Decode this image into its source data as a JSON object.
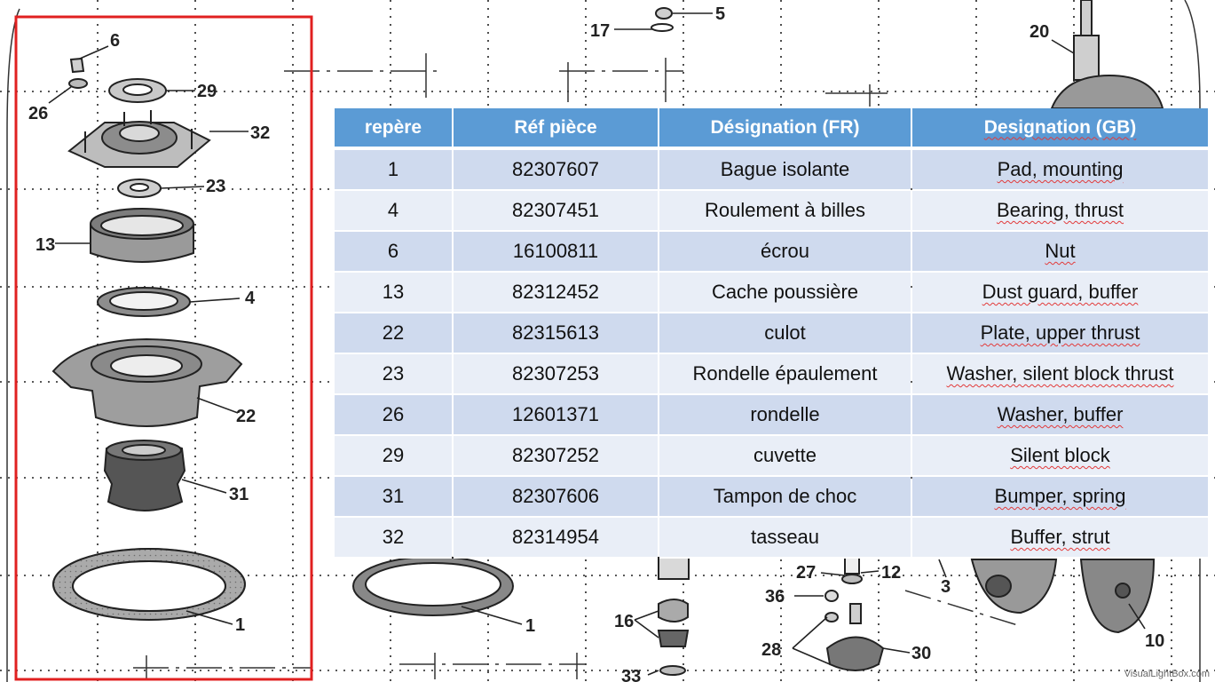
{
  "colors": {
    "header_bg": "#5b9bd5",
    "row_odd": "#cfdaee",
    "row_even": "#e9eef7",
    "highlight_box": "#e02020"
  },
  "callouts": [
    "6",
    "29",
    "26",
    "32",
    "23",
    "13",
    "4",
    "22",
    "31",
    "1",
    "17",
    "5",
    "20",
    "1",
    "27",
    "12",
    "3",
    "36",
    "16",
    "28",
    "30",
    "33",
    "10"
  ],
  "table": {
    "headers": [
      "repère",
      "Réf pièce",
      "Désignation (FR)",
      "Designation (GB)"
    ],
    "rows": [
      [
        "1",
        "82307607",
        "Bague isolante",
        "Pad, mounting"
      ],
      [
        "4",
        "82307451",
        "Roulement à  billes",
        "Bearing, thrust"
      ],
      [
        "6",
        "16100811",
        "écrou",
        "Nut"
      ],
      [
        "13",
        "82312452",
        "Cache poussière",
        "Dust guard, buffer"
      ],
      [
        "22",
        "82315613",
        "culot",
        "Plate, upper thrust"
      ],
      [
        "23",
        "82307253",
        "Rondelle épaulement",
        "Washer, silent block thrust"
      ],
      [
        "26",
        "12601371",
        "rondelle",
        "Washer, buffer"
      ],
      [
        "29",
        "82307252",
        "cuvette",
        "Silent block"
      ],
      [
        "31",
        "82307606",
        "Tampon de choc",
        "Bumper, spring"
      ],
      [
        "32",
        "82314954",
        "tasseau",
        "Buffer, strut"
      ]
    ]
  },
  "watermark": "VisualLightBox.com"
}
